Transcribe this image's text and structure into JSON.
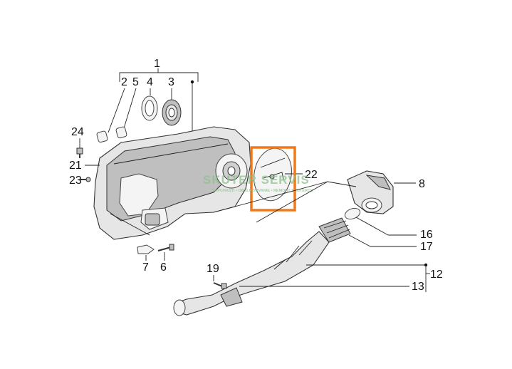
{
  "labels": {
    "l1": "1",
    "l2": "2",
    "l3": "3",
    "l4": "4",
    "l5": "5",
    "l6": "6",
    "l7": "7",
    "l8": "8",
    "l12": "12",
    "l13": "13",
    "l16": "16",
    "l17": "17",
    "l19": "19",
    "l21": "21",
    "l22": "22",
    "l23": "23",
    "l24": "24"
  },
  "watermark": {
    "title": "SKUTER SERVIS",
    "subtitle": "ZAPCHASTI • OBSLUZHIVANIE • REMONT SKUTEROV"
  },
  "colors": {
    "highlight": "#f07a1a",
    "watermark": "#8fbf8f",
    "line": "#222222"
  }
}
